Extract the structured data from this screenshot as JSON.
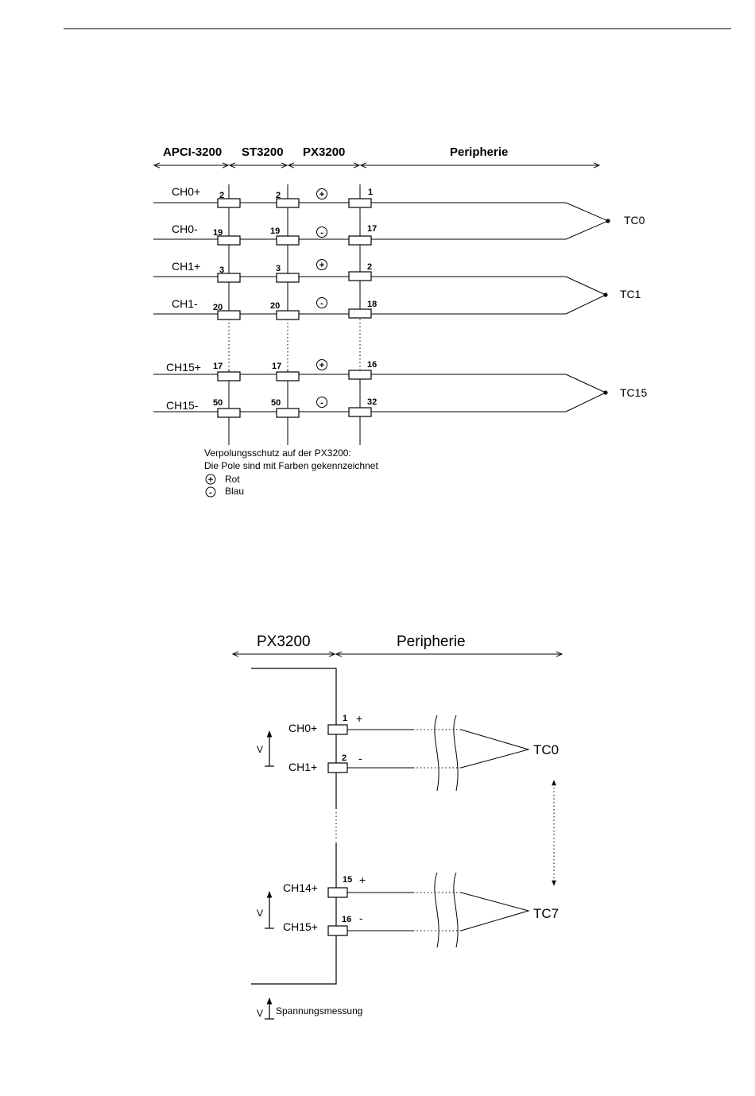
{
  "diagram1": {
    "headers": {
      "apci": "APCI-3200",
      "st": "ST3200",
      "px": "PX3200",
      "peri": "Peripherie"
    },
    "rows": [
      {
        "signal": "CH0+",
        "apci_pin": "2",
        "st_pin": "2",
        "polarity": "+",
        "px_pin": "1"
      },
      {
        "signal": "CH0-",
        "apci_pin": "19",
        "st_pin": "19",
        "polarity": "-",
        "px_pin": "17"
      },
      {
        "signal": "CH1+",
        "apci_pin": "3",
        "st_pin": "3",
        "polarity": "+",
        "px_pin": "2"
      },
      {
        "signal": "CH1-",
        "apci_pin": "20",
        "st_pin": "20",
        "polarity": "-",
        "px_pin": "18"
      },
      {
        "signal": "CH15+",
        "apci_pin": "17",
        "st_pin": "17",
        "polarity": "+",
        "px_pin": "16"
      },
      {
        "signal": "CH15-",
        "apci_pin": "50",
        "st_pin": "50",
        "polarity": "-",
        "px_pin": "32"
      }
    ],
    "thermocouples": [
      "TC0",
      "TC1",
      "TC15"
    ],
    "note_line1": "Verpolungsschutz auf der PX3200:",
    "note_line2": "Die Pole sind mit Farben gekennzeichnet",
    "legend_plus_symbol": "+",
    "legend_plus": "Rot",
    "legend_minus_symbol": "-",
    "legend_minus": "Blau"
  },
  "diagram2": {
    "headers": {
      "px": "PX3200",
      "peri": "Peripherie"
    },
    "rows": [
      {
        "signal": "CH0+",
        "pin": "1",
        "polarity": "+"
      },
      {
        "signal": "CH1+",
        "pin": "2",
        "polarity": "-"
      },
      {
        "signal": "CH14+",
        "pin": "15",
        "polarity": "+"
      },
      {
        "signal": "CH15+",
        "pin": "16",
        "polarity": "-"
      }
    ],
    "thermocouples": [
      "TC0",
      "TC7"
    ],
    "voltage_symbol": "V",
    "legend": "Spannungsmessung"
  }
}
